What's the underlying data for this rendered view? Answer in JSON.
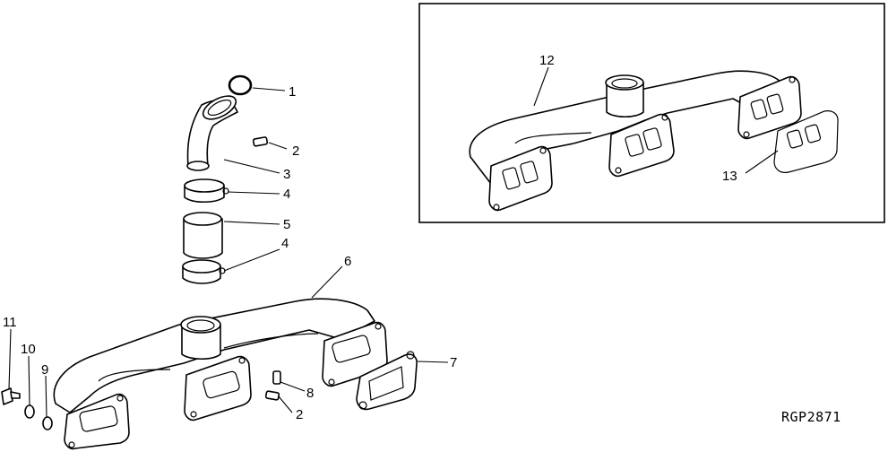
{
  "diagram": {
    "drawing_code": "RGP2871",
    "callouts": [
      {
        "id": "c1",
        "text": "1"
      },
      {
        "id": "c2a",
        "text": "2"
      },
      {
        "id": "c3",
        "text": "3"
      },
      {
        "id": "c4a",
        "text": "4"
      },
      {
        "id": "c5",
        "text": "5"
      },
      {
        "id": "c4b",
        "text": "4"
      },
      {
        "id": "c6",
        "text": "6"
      },
      {
        "id": "c7",
        "text": "7"
      },
      {
        "id": "c8",
        "text": "8"
      },
      {
        "id": "c2b",
        "text": "2"
      },
      {
        "id": "c9",
        "text": "9"
      },
      {
        "id": "c10",
        "text": "10"
      },
      {
        "id": "c11",
        "text": "11"
      },
      {
        "id": "c12",
        "text": "12"
      },
      {
        "id": "c13",
        "text": "13"
      }
    ]
  }
}
